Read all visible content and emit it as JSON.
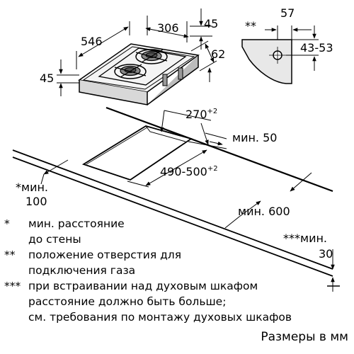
{
  "cooktop": {
    "width": "546",
    "depth": "306",
    "height_top": "45",
    "height_left": "45",
    "side": "62"
  },
  "gas_connection": {
    "marker": "**",
    "width": "57",
    "range": "43-53"
  },
  "cutout": {
    "depth": "270",
    "depth_tol": "+2",
    "width": "490-500",
    "width_tol": "+2",
    "min_back": "мин. 50",
    "min_side_line1": "*мин.",
    "min_side_line2": "100",
    "min_front": "мин. 600",
    "min_oven_line1": "***мин.",
    "min_oven_line2": "30"
  },
  "notes": [
    {
      "mark": "*",
      "lines": [
        "мин. расстояние",
        "до стены"
      ]
    },
    {
      "mark": "**",
      "lines": [
        "положение отверстия для",
        "подключения газа"
      ]
    },
    {
      "mark": "***",
      "lines": [
        "при встраивании над духовым шкафом",
        "расстояние должно быть больше;",
        "см. требования по монтажу духовых шкафов"
      ]
    }
  ],
  "units": "Размеры в мм"
}
